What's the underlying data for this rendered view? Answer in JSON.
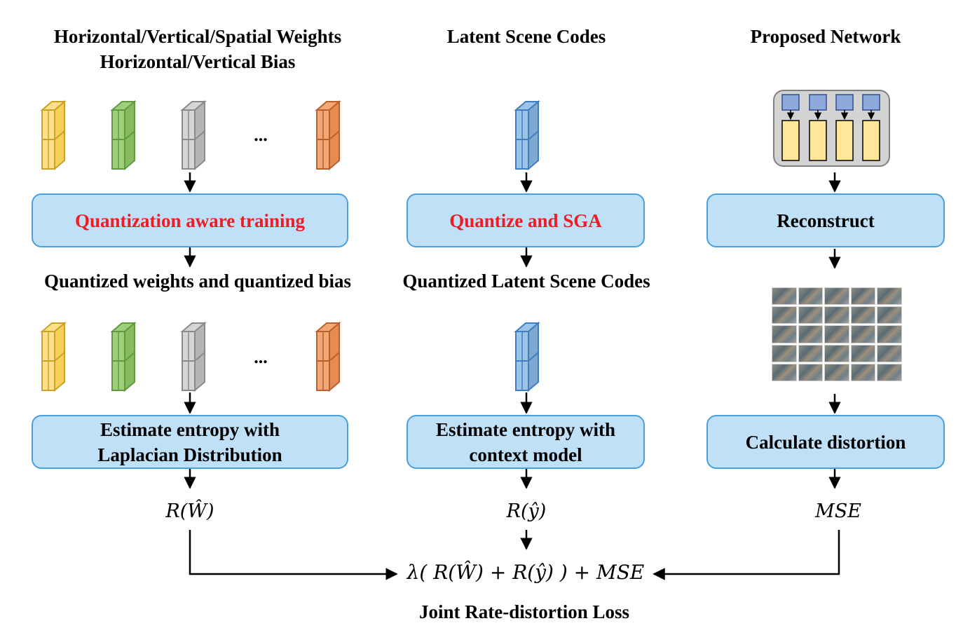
{
  "headings": {
    "left_line1": "Horizontal/Vertical/Spatial Weights",
    "left_line2": "Horizontal/Vertical Bias",
    "middle": "Latent Scene Codes",
    "right": "Proposed Network"
  },
  "ellipsis": "...",
  "boxes": {
    "qat": "Quantization aware training",
    "quantize_sga": "Quantize and SGA",
    "reconstruct": "Reconstruct",
    "entropy_laplacian_line1": "Estimate entropy with",
    "entropy_laplacian_line2": "Laplacian Distribution",
    "entropy_context_line1": "Estimate entropy with",
    "entropy_context_line2": "context model",
    "distortion": "Calculate distortion"
  },
  "labels": {
    "quantized_weights": "Quantized weights and quantized bias",
    "quantized_codes": "Quantized Latent Scene Codes",
    "loss_name": "Joint Rate-distortion Loss"
  },
  "math": {
    "rate_w": "R(Ŵ)",
    "rate_y": "R(ŷ)",
    "mse": "MSE",
    "loss_formula": "λ( R(Ŵ) + R(ŷ) ) + MSE"
  },
  "colors": {
    "box_fill": "#bfe0f7",
    "box_border": "#4a9fe0",
    "highlight_text": "#ee1c25",
    "yellow": "#fde08a",
    "green": "#9fce7c",
    "gray": "#c9c9c9",
    "orange": "#f2a775",
    "blue_code": "#9dc3e6"
  }
}
